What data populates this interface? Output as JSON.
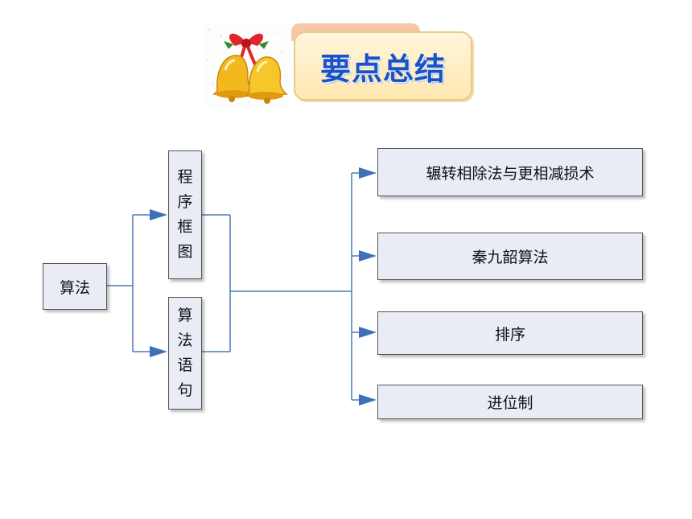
{
  "title": "要点总结",
  "nodes": {
    "root": "算法",
    "mid_top": [
      "程",
      "序",
      "框",
      "图"
    ],
    "mid_bottom": [
      "算",
      "法",
      "语",
      "句"
    ],
    "right": [
      "辗转相除法与更相减损术",
      "秦九韶算法",
      "排序",
      "进位制"
    ]
  },
  "colors": {
    "title_text": "#1a52c8",
    "box_fill": "#e9ecf5",
    "line": "#4a7ab8",
    "arrow": "#3f6fb5"
  },
  "icons": {
    "ornament": "christmas-bells-icon"
  }
}
